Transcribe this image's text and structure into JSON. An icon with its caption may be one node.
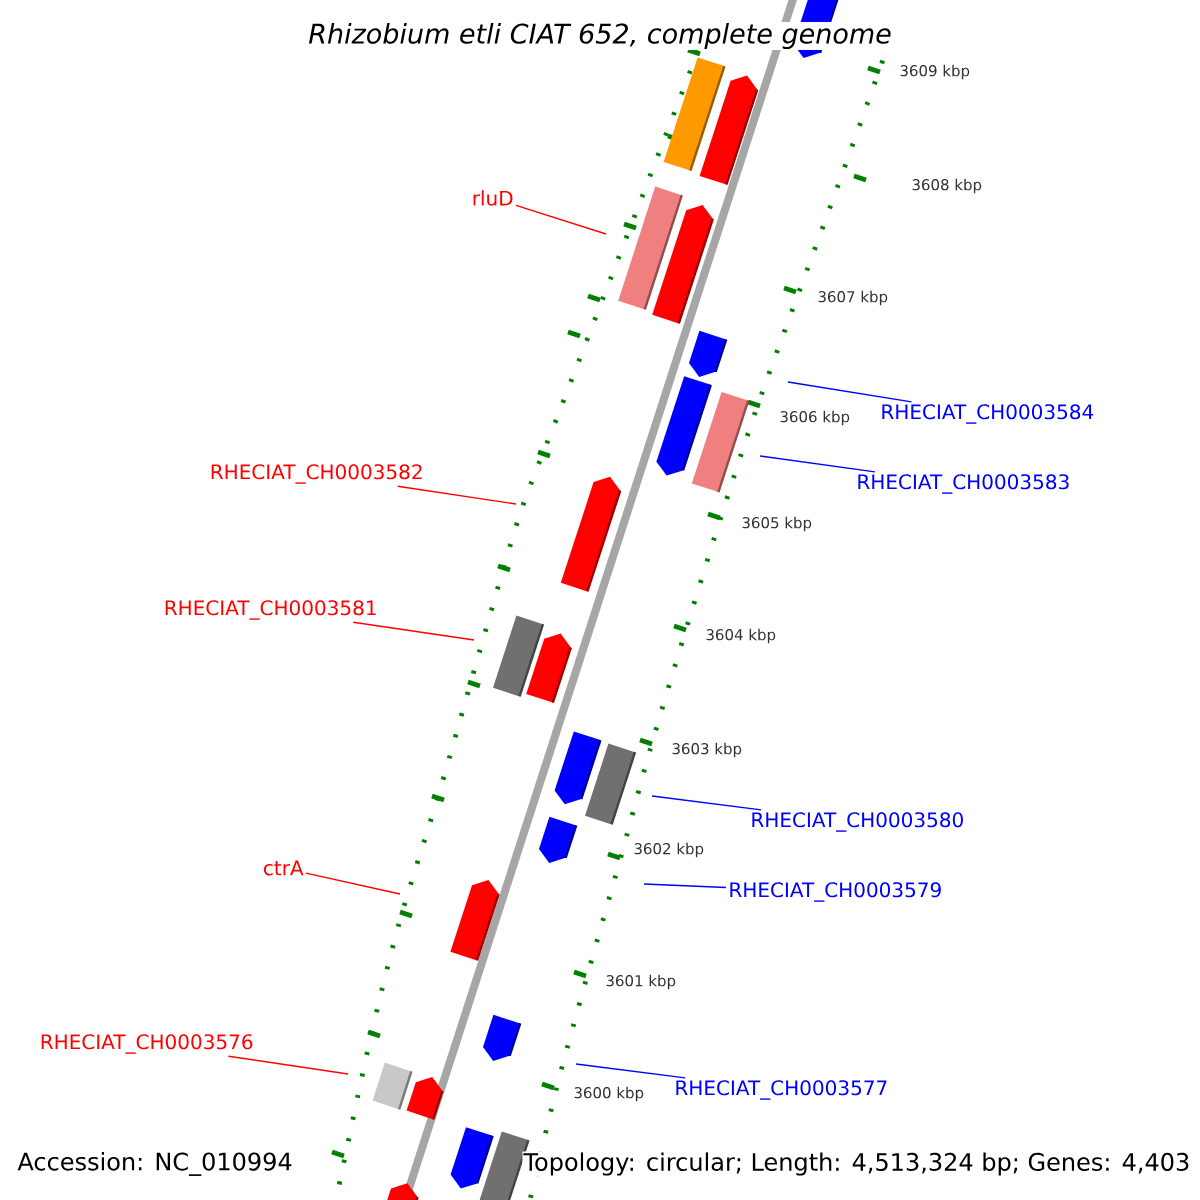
{
  "diagram": {
    "title": "Rhizobium etli CIAT 652, complete genome",
    "nodes": [
      {
        "text": [
          "rluD"
        ]
      },
      {
        "text": [
          "RHECIAT_CH0003584"
        ]
      },
      {
        "text": [
          "RHECIAT_CH0003582"
        ]
      },
      {
        "text": [
          "RHECIAT_CH0003583"
        ]
      },
      {
        "text": [
          "RHECIAT_CH0003581"
        ]
      },
      {
        "text": [
          "RHECIAT_CH0003580"
        ]
      },
      {
        "text": [
          "ctrA"
        ]
      },
      {
        "text": [
          "RHECIAT_CH0003579"
        ]
      },
      {
        "text": [
          "RHECIAT_CH0003576"
        ]
      },
      {
        "text": [
          "RHECIAT_CH0003577"
        ]
      }
    ],
    "edges": [
      {
        "from": 0,
        "to": null,
        "arrow": "none",
        "color": "#ff0000"
      },
      {
        "from": 1,
        "to": null,
        "arrow": "none",
        "color": "#0000ff"
      },
      {
        "from": 2,
        "to": null,
        "arrow": "none",
        "color": "#ff0000"
      },
      {
        "from": 3,
        "to": null,
        "arrow": "none",
        "color": "#0000ff"
      },
      {
        "from": 4,
        "to": null,
        "arrow": "none",
        "color": "#ff0000"
      },
      {
        "from": 5,
        "to": null,
        "arrow": "none",
        "color": "#0000ff"
      },
      {
        "from": 6,
        "to": null,
        "arrow": "none",
        "color": "#ff0000"
      },
      {
        "from": 7,
        "to": null,
        "arrow": "none",
        "color": "#0000ff"
      },
      {
        "from": 8,
        "to": null,
        "arrow": "none",
        "color": "#ff0000"
      },
      {
        "from": 9,
        "to": null,
        "arrow": "none",
        "color": "#0000ff"
      }
    ],
    "labels": [
      "3609 kbp",
      "3608 kbp",
      "3607 kbp",
      "3606 kbp",
      "3605 kbp",
      "3604 kbp",
      "3603 kbp",
      "3602 kbp",
      "3601 kbp",
      "3600 kbp",
      "Accession: NC_010994",
      "Topology: circular; Length: 4,513,324 bp; Genes: 4,403"
    ]
  }
}
